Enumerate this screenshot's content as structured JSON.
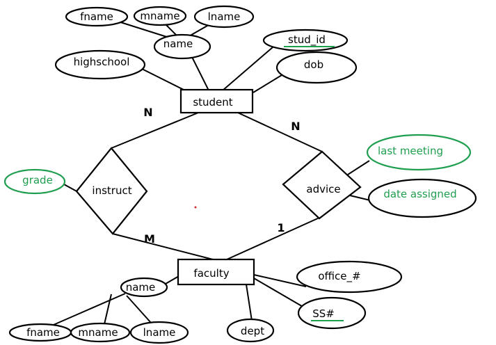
{
  "colors": {
    "ink": "#000000",
    "derived_green": "#1f9e4f",
    "background": "#ffffff"
  },
  "entities": {
    "student": "student",
    "faculty": "faculty"
  },
  "relationships": {
    "instruct": "instruct",
    "advice": "advice"
  },
  "attributes": {
    "student": {
      "name": "name",
      "fname": "fname",
      "mname": "mname",
      "lname": "lname",
      "highschool": "highschool",
      "stud_id": "stud_id",
      "dob": "dob"
    },
    "faculty": {
      "name": "name",
      "fname": "fname",
      "mname": "mname",
      "lname": "lname",
      "dept": "dept",
      "office": "office_#",
      "ssn": "SS#"
    },
    "instruct": {
      "grade": "grade"
    },
    "advice": {
      "last_meeting": "last meeting",
      "date_assigned": "date assigned"
    }
  },
  "cardinalities": {
    "student_instruct": "N",
    "student_advice": "N",
    "faculty_instruct": "M",
    "faculty_advice": "1"
  }
}
